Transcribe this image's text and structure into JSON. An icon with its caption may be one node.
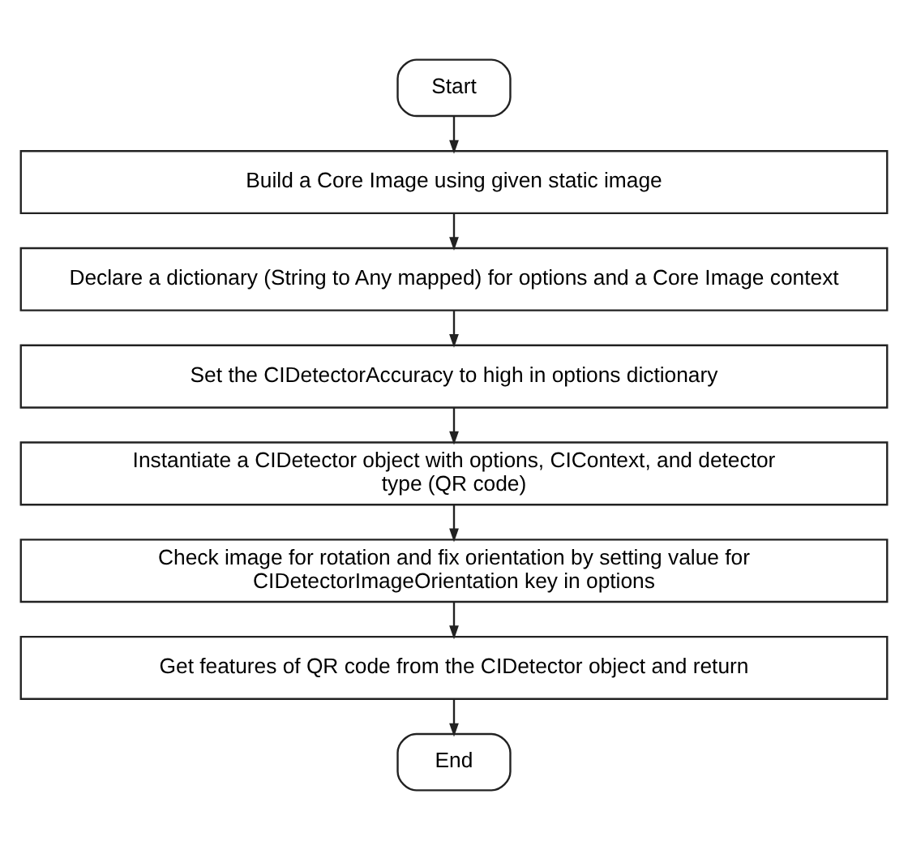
{
  "diagram": {
    "nodes": [
      {
        "text": [
          "Start"
        ]
      },
      {
        "text": [
          "Build a Core Image using given static image"
        ]
      },
      {
        "text": [
          "Declare a dictionary (String to Any mapped) for options and a Core Image context"
        ]
      },
      {
        "text": [
          "Set the CIDetectorAccuracy to high in options dictionary"
        ]
      },
      {
        "text": [
          "Instantiate a CIDetector object with options, CIContext, and detector type (QR code)"
        ]
      },
      {
        "text": [
          "Check image for rotation and fix orientation by setting value for CIDetectorImageOrientation key in options"
        ]
      },
      {
        "text": [
          "Get features of QR code from the CIDetector object and return"
        ]
      },
      {
        "text": [
          "End"
        ]
      }
    ],
    "edges": [
      {
        "from": 0,
        "to": 1,
        "arrow": "to"
      },
      {
        "from": 1,
        "to": 2,
        "arrow": "to"
      },
      {
        "from": 2,
        "to": 3,
        "arrow": "to"
      },
      {
        "from": 3,
        "to": 4,
        "arrow": "to"
      },
      {
        "from": 4,
        "to": 5,
        "arrow": "to"
      },
      {
        "from": 5,
        "to": 6,
        "arrow": "to"
      },
      {
        "from": 6,
        "to": 7,
        "arrow": "to"
      }
    ]
  }
}
